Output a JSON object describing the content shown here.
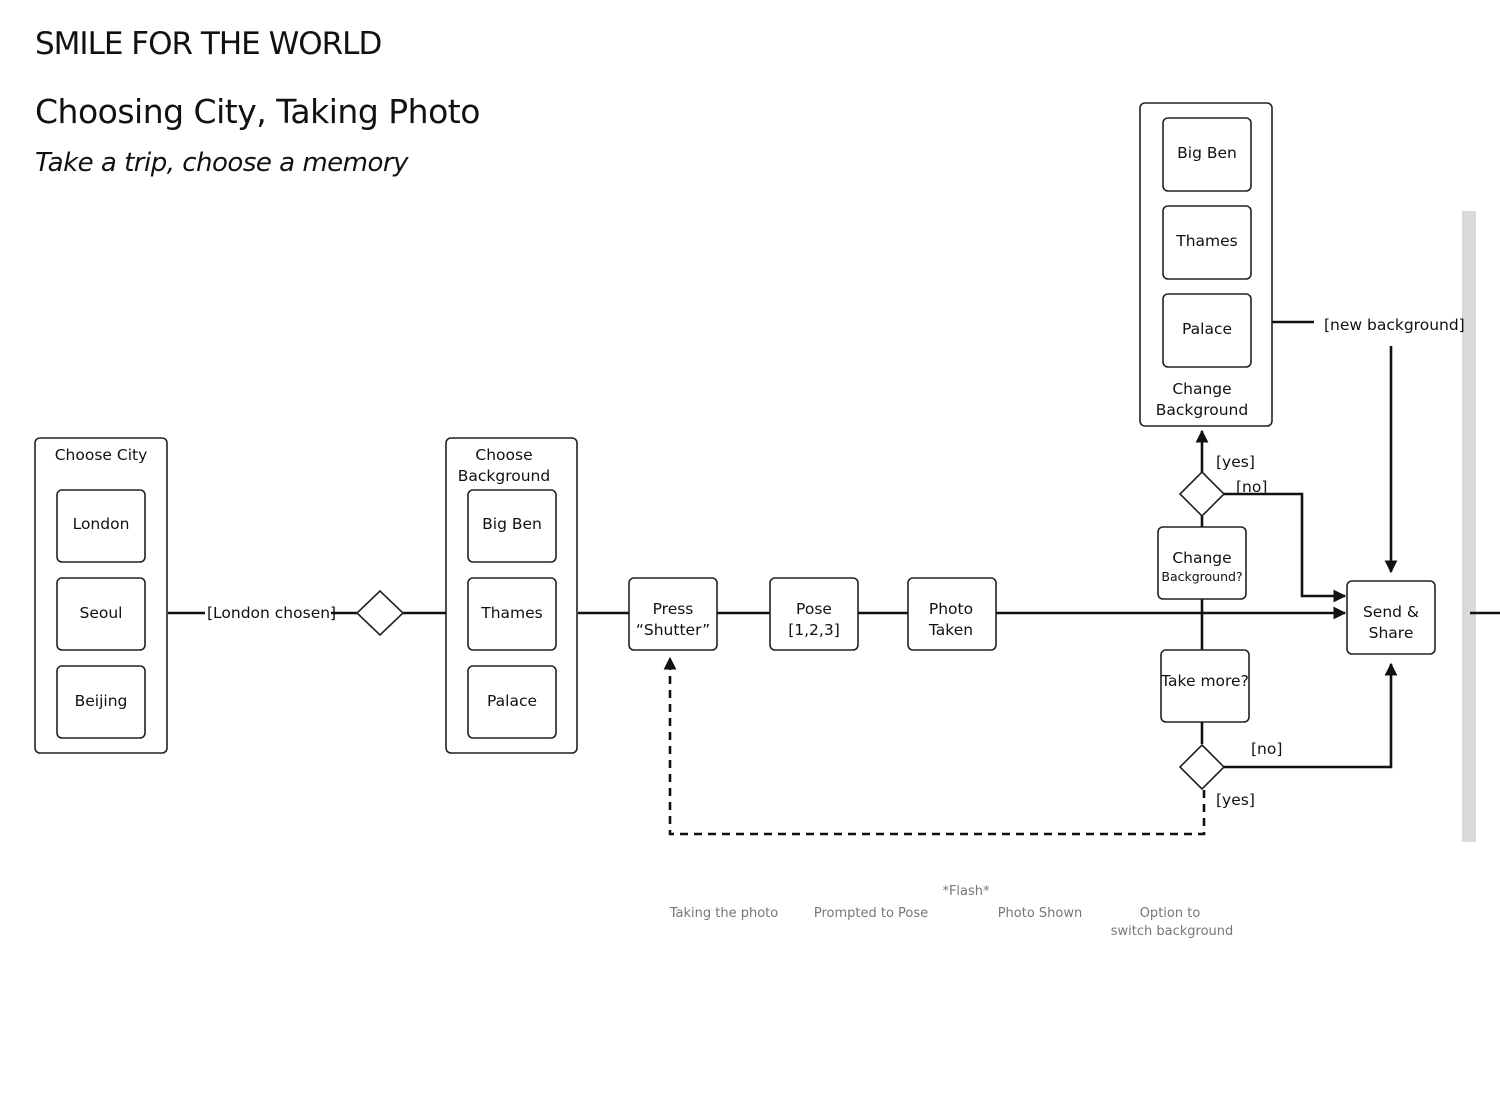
{
  "header": {
    "title": "SMILE FOR THE WORLD",
    "subtitle": "Choosing City, Taking Photo",
    "tagline": "Take a trip, choose a memory"
  },
  "choose_city": {
    "label": "Choose City",
    "options": [
      "London",
      "Seoul",
      "Beijing"
    ]
  },
  "london_chosen": "[London chosen]",
  "choose_background": {
    "label_line1": "Choose",
    "label_line2": "Background",
    "options": [
      "Big Ben",
      "Thames",
      "Palace"
    ]
  },
  "press_shutter": {
    "line1": "Press",
    "line2": "“Shutter”"
  },
  "pose": {
    "line1": "Pose",
    "line2": "[1,2,3]"
  },
  "photo_taken": {
    "line1": "Photo",
    "line2": "Taken"
  },
  "change_background_q": {
    "line1": "Change",
    "line2": "Background?"
  },
  "take_more": "Take more?",
  "send_share": {
    "line1": "Send &",
    "line2": "Share"
  },
  "change_background": {
    "label_line1": "Change",
    "label_line2": "Background",
    "options": [
      "Big Ben",
      "Thames",
      "Palace"
    ]
  },
  "guards": {
    "yes": "[yes]",
    "no": "[no]",
    "new_background": "[new background]"
  },
  "captions": {
    "taking_photo": "Taking the photo",
    "prompted_pose": "Prompted to Pose",
    "flash": "*Flash*",
    "photo_shown": "Photo Shown",
    "option_line1": "Option to",
    "option_line2": "switch background"
  }
}
